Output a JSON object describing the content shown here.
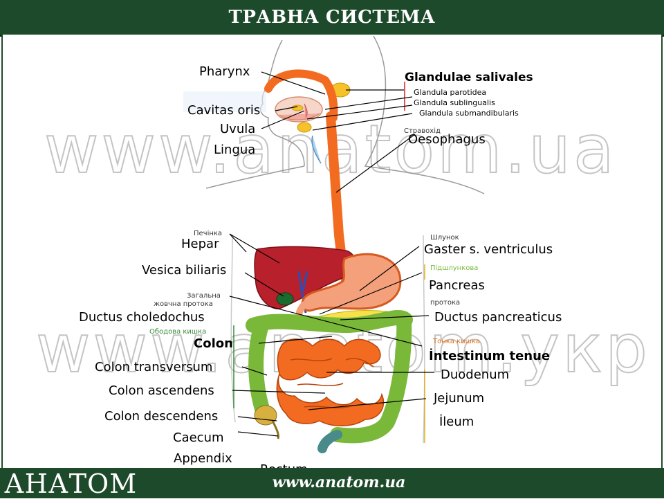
{
  "header": {
    "title": "ТРАВНА СИСТЕМА"
  },
  "footer": {
    "logo": "АНАТОМ",
    "url": "www.anatom.ua"
  },
  "watermarks": {
    "top": "www.anatom.ua",
    "bottom": "www.anatom.укр"
  },
  "labels": {
    "pharynx": "Pharynx",
    "cavitas_oris": "Cavitas oris",
    "uvula": "Uvula",
    "lingua": "Lingua",
    "glandulae_salivales": "Glandulae  salivales",
    "glandula_parotidea": "Glandula parotidea",
    "glandula_sublingualis": "Glandula sublingualis",
    "glandula_submandibularis": "Glandula submandibularis",
    "oesophagus": "Oesophagus",
    "hepar": "Hepar",
    "vesica_biliaris": "Vesica biliaris",
    "ductus_choledochus": "Ductus choledochus",
    "colon": "Colon",
    "colon_transversum": "Colon transversum",
    "colon_ascendens": "Colon ascendens",
    "colon_descendens": "Colon descendens",
    "caecum": "Caecum",
    "appendix": "Appendix",
    "rectum": "Rectum",
    "gaster": "Gaster s. ventriculus",
    "pancreas": "Pancreas",
    "ductus_pancreaticus": "Ductus pancreaticus",
    "intestinum_tenue": "İntestinum  tenue",
    "duodenum": "Duodenum",
    "jejunum": "Jejunum",
    "ileum": "İleum"
  },
  "underlay_labels": {
    "stravokhid": "Стравохід",
    "pechinka": "Печінка",
    "shlunok": "Шлунок",
    "zagalna": "Загальна",
    "zhovchna_protoka": "жовчна протока",
    "obodova_kyshka": "Ободова кишка",
    "pidshlunkova": "Підшлункова",
    "protoka": "протока",
    "tonka_kyshka": "Тонка кишка"
  },
  "colors": {
    "header_bg": "#1e4a2c",
    "oesophagus": "#f26b21",
    "liver": "#b8202b",
    "stomach": "#f4a07a",
    "colon": "#7ab83a",
    "small_intestine": "#f26b21",
    "pancreas": "#f7e04a",
    "gallbladder": "#1a6b2e",
    "bile_duct": "#2a4fb8",
    "salivary_gland": "#f7c12a"
  }
}
